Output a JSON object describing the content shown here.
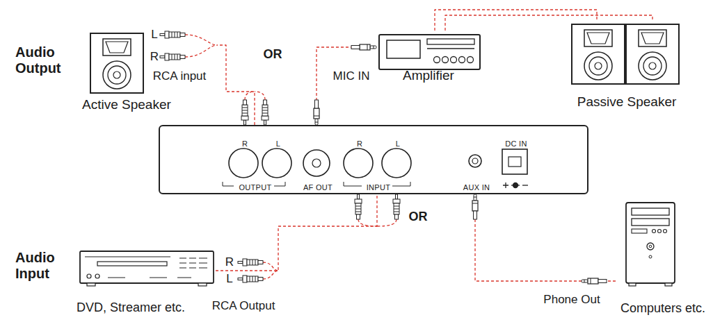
{
  "diagram": {
    "nodes": [
      {
        "text": [
          "Active Speaker"
        ]
      },
      {
        "text": [
          "Amplifier"
        ]
      },
      {
        "text": [
          "Passive Speaker"
        ]
      },
      {
        "text": [
          "R",
          "L",
          "OUTPUT",
          "AF OUT",
          "R",
          "L",
          "INPUT",
          "AUX IN",
          "DC IN"
        ]
      },
      {
        "text": [
          "DVD, Streamer etc."
        ]
      },
      {
        "text": [
          "Computers etc."
        ]
      }
    ],
    "edges": [
      {
        "from": 3,
        "to": 0,
        "arrow": "none"
      },
      {
        "from": 3,
        "to": 1,
        "arrow": "none"
      },
      {
        "from": 1,
        "to": 2,
        "arrow": "none"
      },
      {
        "from": 4,
        "to": 3,
        "arrow": "none"
      },
      {
        "from": 5,
        "to": 3,
        "arrow": "none"
      }
    ],
    "labels": [
      "Audio Output",
      "L",
      "R",
      "RCA input",
      "OR",
      "MIC IN",
      "OR",
      "Audio Input",
      "R",
      "L",
      "RCA Output",
      "Phone Out"
    ]
  }
}
